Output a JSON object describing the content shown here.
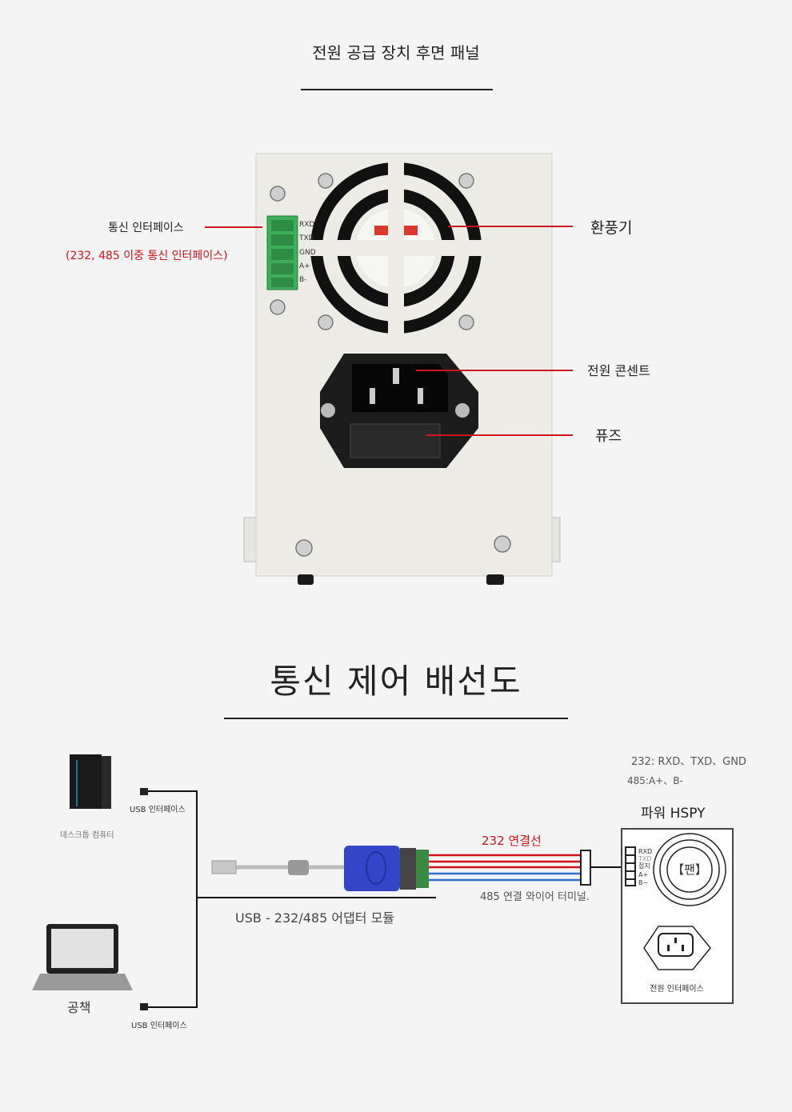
{
  "rear_panel": {
    "title": "전원 공급 장치 후면 패널",
    "callouts": {
      "comm_interface": "통신 인터페이스",
      "comm_interface_note": "(232, 485 이중 통신 인터페이스)",
      "fan": "환풍기",
      "power_socket": "전원 콘센트",
      "fuse": "퓨즈"
    },
    "terminal_labels": [
      "RXD",
      "TXD",
      "GND",
      "A+",
      "B-"
    ]
  },
  "wiring": {
    "title": "통신 제어 배선도",
    "desktop_label": "데스크톱 컴퓨터",
    "laptop_label": "공책",
    "usb_interface_top": "USB 인터페이스",
    "usb_interface_bottom": "USB 인터페이스",
    "adapter_label": "USB - 232/485 어댑터 모듈",
    "wire_232_label": "232 연결선",
    "wire_485_label": "485 연결 와이어 터미널.",
    "pin_note_232": "232: RXD、TXD、GND",
    "pin_note_485": "485:A+、B-",
    "device_title": "파워 HSPY",
    "device_fan_label": "【팬】",
    "device_terminal_labels": [
      "RXD",
      "TXD",
      "접지",
      "A+",
      "B−"
    ],
    "device_power_label": "전원 인터페이스"
  },
  "colors": {
    "accent_red": "#d0121b",
    "wire_blue": "#2f6fd0",
    "terminal_green": "#3fae5a"
  }
}
